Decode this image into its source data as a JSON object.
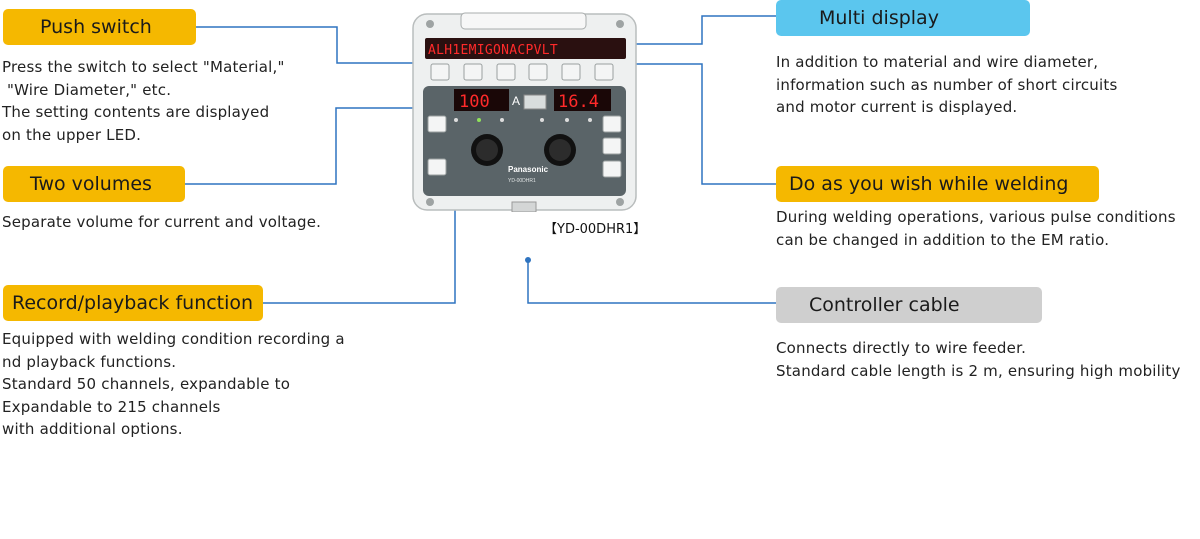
{
  "callouts": {
    "push_switch": {
      "title": "Push switch",
      "lines": [
        "Press the switch to select \"Material,\"",
        " \"Wire Diameter,\" etc.",
        "The setting contents are displayed",
        "on the upper LED."
      ]
    },
    "two_volumes": {
      "title": "Two volumes",
      "lines": [
        "Separate volume for current and voltage."
      ]
    },
    "record_playback": {
      "title": "Record/playback function",
      "lines": [
        "Equipped with welding condition recording a",
        "nd playback functions.",
        "Standard 50 channels, expandable to",
        "Expandable to 215 channels",
        "with additional options."
      ]
    },
    "multi_display": {
      "title": "Multi display",
      "lines": [
        "In addition to material and wire diameter,",
        "information such as number of short circuits",
        "and motor current is displayed."
      ]
    },
    "do_as_you_wish": {
      "title": "Do as you wish while welding",
      "lines": [
        "During welding operations, various pulse conditions",
        "can be changed in addition to the EM ratio."
      ]
    },
    "controller_cable": {
      "title": "Controller cable",
      "lines": [
        "Connects directly to wire feeder.",
        "Standard cable length is 2 m, ensuring high mobility"
      ]
    }
  },
  "device": {
    "model_label": "【YD-00DHR1】",
    "led_text": "ALH1EMIGONACPVLT",
    "current_value": "100",
    "current_unit": "A",
    "voltage_value": "16.4",
    "brand": "Panasonic",
    "model_small": "YD-00DHR1"
  },
  "colors": {
    "callout_yellow": "#f5b800",
    "callout_blue": "#5bc6ee",
    "callout_gray": "#cfcfcf",
    "leader_line": "#2f74c0",
    "led_red": "#ff2a2a"
  }
}
